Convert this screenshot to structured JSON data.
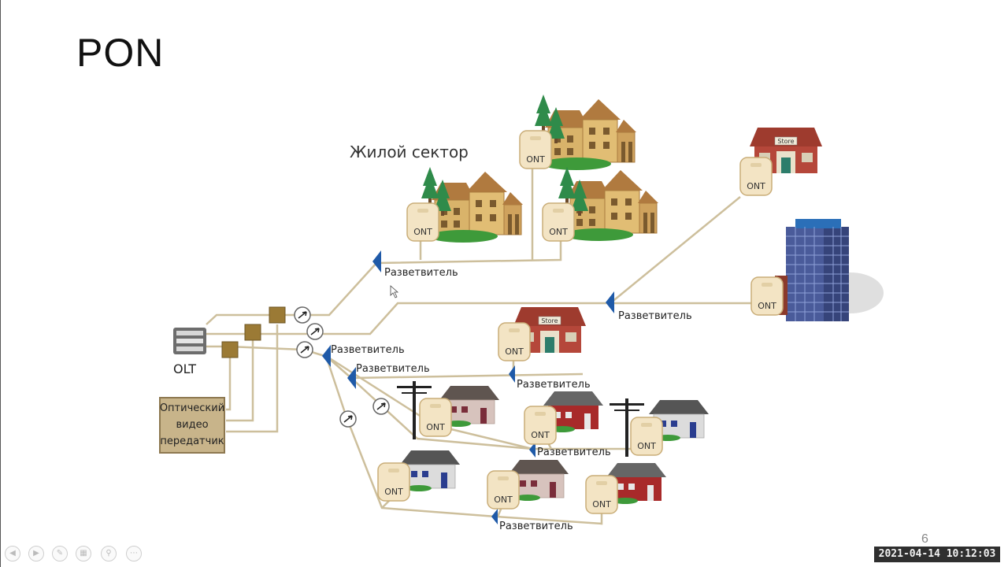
{
  "slide": {
    "title": "PON",
    "page_number": "6"
  },
  "diagram": {
    "olt_label": "OLT",
    "transmitter_lines": [
      "Оптический",
      "видео",
      "передатчик"
    ],
    "residential_label": "Жилой сектор",
    "ont_label": "ONT",
    "splitter_label": "Разветвитель",
    "store_sign": "Store"
  },
  "overlay": {
    "timestamp": "2021-04-14  10:12:03",
    "player_controls": [
      "prev-icon",
      "next-icon",
      "pen-icon",
      "slides-icon",
      "zoom-icon",
      "more-icon"
    ]
  },
  "colors": {
    "cable": "#cdbf9c",
    "splitter": "#1f5aa8",
    "ont_box": "#f3e4c4",
    "house_yellow": "#d9b36a",
    "house_red": "#a82a2a",
    "house_gray": "#dcdcdc"
  }
}
